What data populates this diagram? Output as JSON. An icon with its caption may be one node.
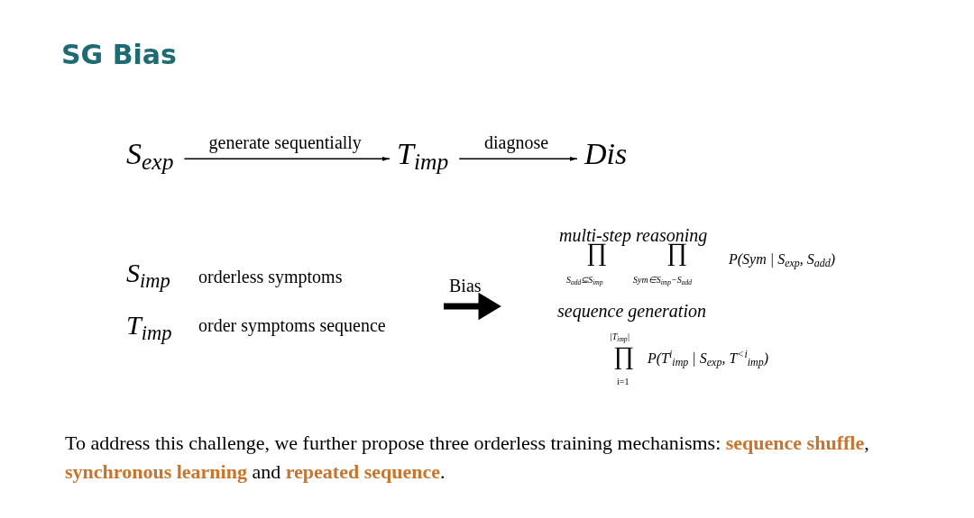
{
  "diagram": {
    "title": "SG Bias",
    "nodes": [
      {
        "text": [
          "S$_{exp}$"
        ]
      },
      {
        "text": [
          "T$_{imp}$"
        ]
      },
      {
        "text": [
          "Dis"
        ]
      }
    ],
    "edges": [
      {
        "from": 0,
        "to": 1,
        "arrow": "to",
        "label": "generate sequentially"
      },
      {
        "from": 1,
        "to": 2,
        "arrow": "to",
        "label": "diagnose"
      }
    ],
    "labels": [
      "S$_{imp}$",
      "orderless symptoms",
      "T$_{imp}$",
      "order symptoms sequence",
      "Bias",
      "multi-step reasoning",
      "∏",
      "S$_{add}$⊆S$_{imp}$",
      "∏",
      "Sym∈S$_{imp}$−S$_{add}$",
      "P(Sym | S$_{exp}$, S$_{add}$)",
      "sequence generation",
      "|T$_{imp}$|",
      "∏",
      "i=1",
      "P(T$^{i}$$_{imp}$ | S$_{exp}$, T$^{<i}$$_{imp}$)",
      "To address this challenge, we further propose three orderless training mechanisms: **sequence shuffle**, **synchronous learning** and **repeated sequence**."
    ]
  }
}
